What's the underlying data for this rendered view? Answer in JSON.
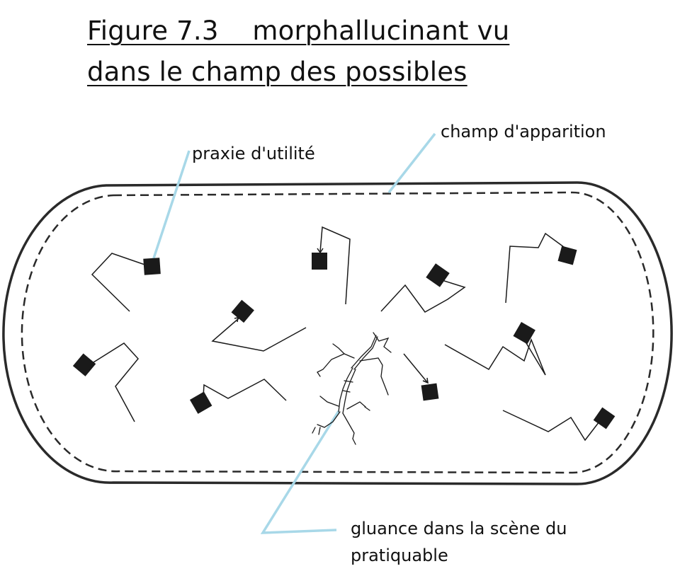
{
  "title": {
    "line1": "Figure 7.3    morphallucinant vu",
    "line2": "dans le champ des possibles"
  },
  "labels": {
    "praxie": "praxie d'utilité",
    "champ": "champ d'apparition",
    "gluance_line1": "gluance dans la scène du",
    "gluance_line2": "pratiquable"
  },
  "colors": {
    "ink": "#1a1a1a",
    "leader": "#a8d8e8"
  },
  "icons": [
    "figure-icon"
  ]
}
